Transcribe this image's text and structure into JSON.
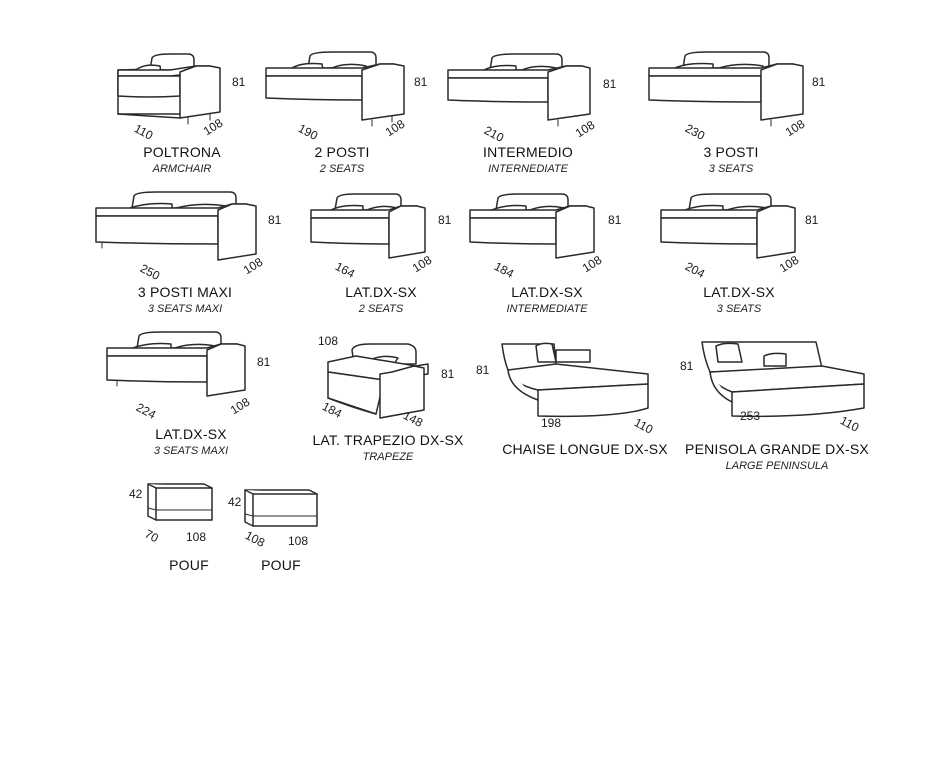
{
  "items": [
    {
      "name": "POLTRONA",
      "sub": "ARMCHAIR",
      "height": "81",
      "width": "110",
      "depth": "108"
    },
    {
      "name": "2 POSTI",
      "sub": "2 SEATS",
      "height": "81",
      "width": "190",
      "depth": "108"
    },
    {
      "name": "INTERMEDIO",
      "sub": "INTERNEDIATE",
      "height": "81",
      "width": "210",
      "depth": "108"
    },
    {
      "name": "3 POSTI",
      "sub": "3 SEATS",
      "height": "81",
      "width": "230",
      "depth": "108"
    },
    {
      "name": "3 POSTI MAXI",
      "sub": "3 SEATS MAXI",
      "height": "81",
      "width": "250",
      "depth": "108"
    },
    {
      "name": "LAT.DX-SX",
      "sub": "2 SEATS",
      "height": "81",
      "width": "164",
      "depth": "108"
    },
    {
      "name": "LAT.DX-SX",
      "sub": "INTERMEDIATE",
      "height": "81",
      "width": "184",
      "depth": "108"
    },
    {
      "name": "LAT.DX-SX",
      "sub": "3 SEATS",
      "height": "81",
      "width": "204",
      "depth": "108"
    },
    {
      "name": "LAT.DX-SX",
      "sub": "3 SEATS MAXI",
      "height": "81",
      "width": "224",
      "depth": "108"
    },
    {
      "name": "LAT. TRAPEZIO DX-SX",
      "sub": "TRAPEZE",
      "height": "81",
      "width": "184",
      "depth": "148",
      "extra": "108"
    },
    {
      "name": "CHAISE LONGUE DX-SX",
      "sub": "",
      "height": "81",
      "width": "198",
      "depth": "110"
    },
    {
      "name": "PENISOLA GRANDE DX-SX",
      "sub": "LARGE PENINSULA",
      "height": "81",
      "width": "253",
      "depth": "110"
    },
    {
      "name": "POUF",
      "sub": "",
      "height": "42",
      "width": "70",
      "depth": "108"
    },
    {
      "name": "POUF",
      "sub": "",
      "height": "42",
      "width": "108",
      "depth": "108"
    }
  ]
}
